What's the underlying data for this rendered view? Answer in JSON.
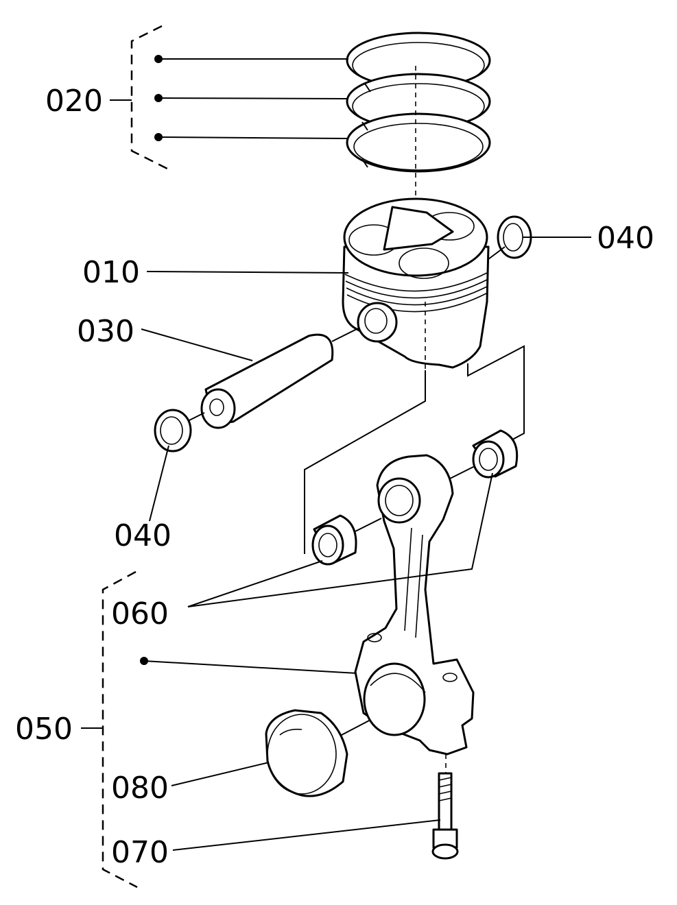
{
  "callouts": {
    "c020": "020",
    "c010": "010",
    "c030": "030",
    "c040_right": "040",
    "c040_left": "040",
    "c060": "060",
    "c050": "050",
    "c080": "080",
    "c070": "070"
  }
}
